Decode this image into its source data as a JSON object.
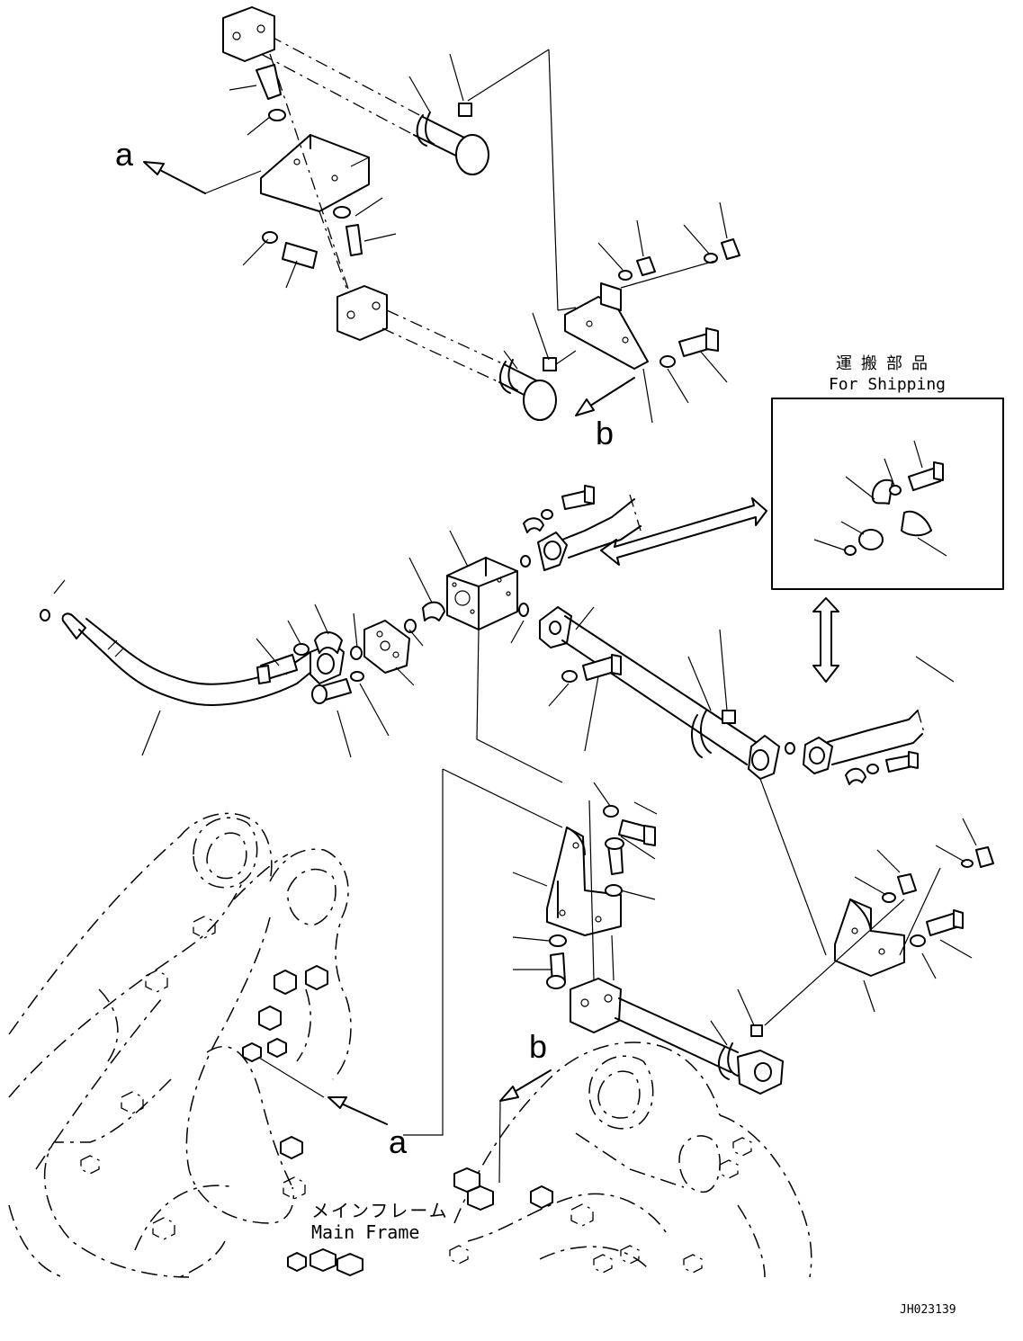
{
  "labels": {
    "view_a_top": "a",
    "view_b_top": "b",
    "view_a_bottom": "a",
    "view_b_bottom": "b"
  },
  "shipping": {
    "title_jp": "運搬部品",
    "title_en": "For Shipping"
  },
  "frame": {
    "label_jp": "メインフレーム",
    "label_en": "Main Frame"
  },
  "drawing_id": "JH023139"
}
